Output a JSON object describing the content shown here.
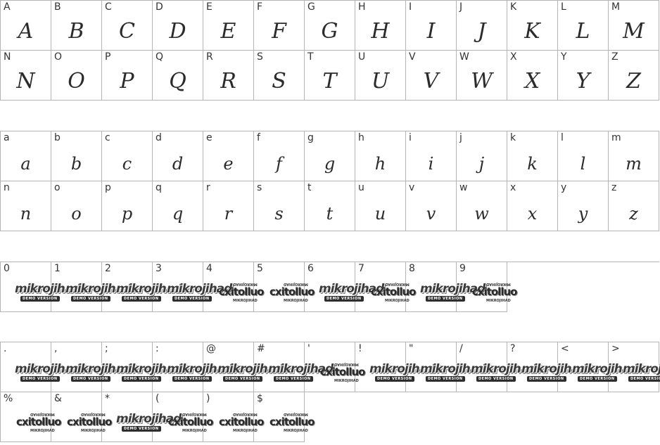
{
  "uppercase": [
    "A",
    "B",
    "C",
    "D",
    "E",
    "F",
    "G",
    "H",
    "I",
    "J",
    "K",
    "L",
    "M",
    "N",
    "O",
    "P",
    "Q",
    "R",
    "S",
    "T",
    "U",
    "V",
    "W",
    "X",
    "Y",
    "Z"
  ],
  "lowercase": [
    "a",
    "b",
    "c",
    "d",
    "e",
    "f",
    "g",
    "h",
    "i",
    "j",
    "k",
    "l",
    "m",
    "n",
    "o",
    "p",
    "q",
    "r",
    "s",
    "t",
    "u",
    "v",
    "w",
    "x",
    "y",
    "z"
  ],
  "digits": [
    "0",
    "1",
    "2",
    "3",
    "4",
    "5",
    "6",
    "7",
    "8",
    "9"
  ],
  "symbols": [
    ".",
    ",",
    ";",
    ":",
    "@",
    "#",
    "'",
    "!",
    "\"",
    "/",
    "?",
    "<",
    ">",
    "%",
    "&",
    "*",
    "(",
    ")",
    "$"
  ],
  "watermark": {
    "text": "mikrojihad",
    "tag": "DEMO VERSION",
    "stacked_top": "MIKROJIHAD",
    "stacked_mid": "cxitolluo",
    "stacked_bottom": "MIKROJIHAD"
  },
  "colors": {
    "grid_line": "#b5b5b5",
    "glyph": "#2b2b2b",
    "label": "#333333"
  }
}
